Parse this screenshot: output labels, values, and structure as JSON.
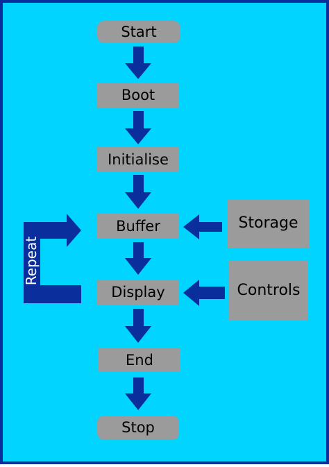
{
  "diagram": {
    "nodes": [
      {
        "id": "start",
        "label": "Start"
      },
      {
        "id": "boot",
        "label": "Boot"
      },
      {
        "id": "initialise",
        "label": "Initialise"
      },
      {
        "id": "buffer",
        "label": "Buffer"
      },
      {
        "id": "display",
        "label": "Display"
      },
      {
        "id": "end",
        "label": "End"
      },
      {
        "id": "stop",
        "label": "Stop"
      },
      {
        "id": "storage",
        "label": "Storage"
      },
      {
        "id": "controls",
        "label": "Controls"
      }
    ],
    "edges": [
      {
        "from": "start",
        "to": "boot"
      },
      {
        "from": "boot",
        "to": "initialise"
      },
      {
        "from": "initialise",
        "to": "buffer"
      },
      {
        "from": "buffer",
        "to": "display"
      },
      {
        "from": "display",
        "to": "end"
      },
      {
        "from": "end",
        "to": "stop"
      },
      {
        "from": "storage",
        "to": "buffer"
      },
      {
        "from": "controls",
        "to": "display"
      },
      {
        "from": "display",
        "to": "buffer",
        "label": "Repeat"
      }
    ],
    "colors": {
      "background": "#00d4ff",
      "border": "#0a2f9c",
      "node_fill": "#9b9b9b",
      "arrow_fill": "#0a2f9c",
      "text": "#000000",
      "loop_text": "#ffffff"
    }
  }
}
